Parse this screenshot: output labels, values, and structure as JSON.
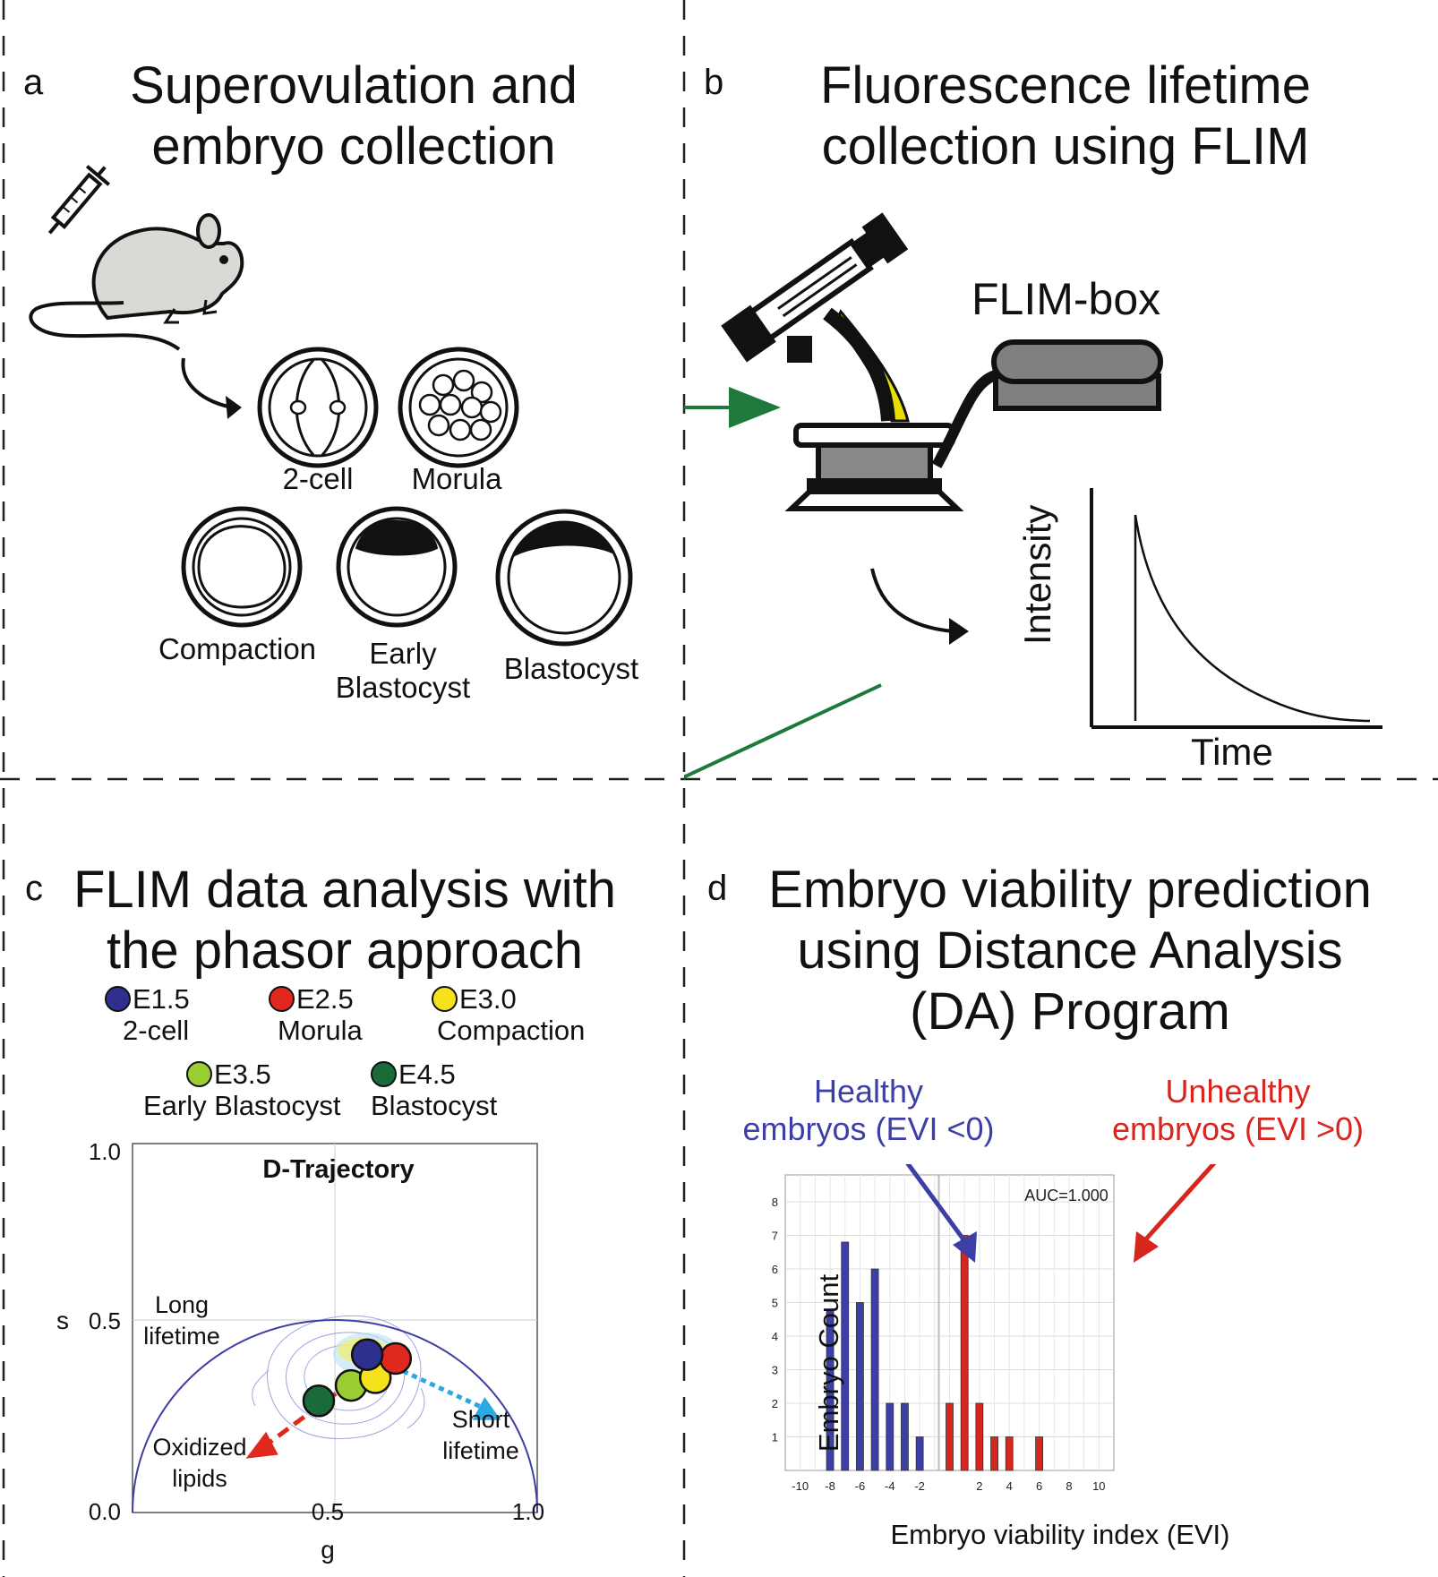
{
  "panel_a": {
    "label": "a",
    "title_line1": "Superovulation and",
    "title_line2": "embryo collection",
    "stages": {
      "two_cell": "2-cell",
      "morula": "Morula",
      "compaction": "Compaction",
      "early_blastocyst_1": "Early",
      "early_blastocyst_2": "Blastocyst",
      "blastocyst": "Blastocyst"
    }
  },
  "panel_b": {
    "label": "b",
    "title_line1": "Fluorescence lifetime",
    "title_line2": "collection using FLIM",
    "flim_box_label": "FLIM-box",
    "decay_ylabel": "Intensity",
    "decay_xlabel": "Time",
    "colors": {
      "light_path": "#e8e000",
      "box_fill": "#808080"
    }
  },
  "panel_c": {
    "label": "c",
    "title_line1": "FLIM data analysis with",
    "title_line2": "the phasor approach",
    "legend": [
      {
        "code": "E1.5",
        "stage": "2-cell",
        "color": "#2e2f8f"
      },
      {
        "code": "E2.5",
        "stage": "Morula",
        "color": "#e0281e"
      },
      {
        "code": "E3.0",
        "stage": "Compaction",
        "color": "#f5e11c"
      },
      {
        "code": "E3.5",
        "stage": "Early Blastocyst",
        "color": "#9acd32"
      },
      {
        "code": "E4.5",
        "stage": "Blastocyst",
        "color": "#1a6b3a"
      }
    ],
    "plot_title": "D-Trajectory",
    "ylabel": "s",
    "xlabel": "g",
    "ytick_top": "1.0",
    "ytick_mid": "0.5",
    "ytick_bottom": "0.0",
    "xtick_mid": "0.5",
    "xtick_right": "1.0",
    "annot_long_1": "Long",
    "annot_long_2": "lifetime",
    "annot_short_1": "Short",
    "annot_short_2": "lifetime",
    "annot_ox_1": "Oxidized",
    "annot_ox_2": "lipids",
    "arrow_colors": {
      "oxidized": "#e0281e",
      "short": "#29a9e0"
    },
    "points": [
      {
        "name": "E1.5",
        "g": 0.58,
        "s": 0.41
      },
      {
        "name": "E2.5",
        "g": 0.65,
        "s": 0.4
      },
      {
        "name": "E3.0",
        "g": 0.6,
        "s": 0.35
      },
      {
        "name": "E3.5",
        "g": 0.54,
        "s": 0.33
      },
      {
        "name": "E4.5",
        "g": 0.46,
        "s": 0.29
      }
    ]
  },
  "panel_d": {
    "label": "d",
    "title_line1": "Embryo viability prediction",
    "title_line2": "using Distance Analysis",
    "title_line3": "(DA) Program",
    "healthy_1": "Healthy",
    "healthy_2": "embryos (EVI <0)",
    "unhealthy_1": "Unhealthy",
    "unhealthy_2": "embryos (EVI >0)",
    "colors": {
      "healthy": "#3d3fa6",
      "unhealthy": "#d8251d",
      "arrow": "#1e7a3c"
    }
  },
  "chart_data": {
    "type": "bar",
    "title": "AUC=1.000",
    "xlabel": "Embryo viability index (EVI)",
    "ylabel": "Embryo Count",
    "xlim": [
      -11,
      11
    ],
    "ylim": [
      0,
      8
    ],
    "xticks": [
      -10,
      -8,
      -6,
      -4,
      -2,
      2,
      4,
      6,
      8,
      10
    ],
    "yticks": [
      1,
      2,
      3,
      4,
      5,
      6,
      7,
      8
    ],
    "series": [
      {
        "name": "Healthy",
        "color": "#3d3fa6",
        "x": [
          -8,
          -7,
          -6,
          -5,
          -4,
          -3,
          -2
        ],
        "values": [
          4.8,
          6.8,
          5,
          6,
          2,
          2,
          1
        ]
      },
      {
        "name": "Unhealthy",
        "color": "#d8251d",
        "x": [
          0,
          1,
          2,
          3,
          4,
          6
        ],
        "values": [
          2,
          7,
          2,
          1,
          1,
          1
        ]
      }
    ]
  }
}
